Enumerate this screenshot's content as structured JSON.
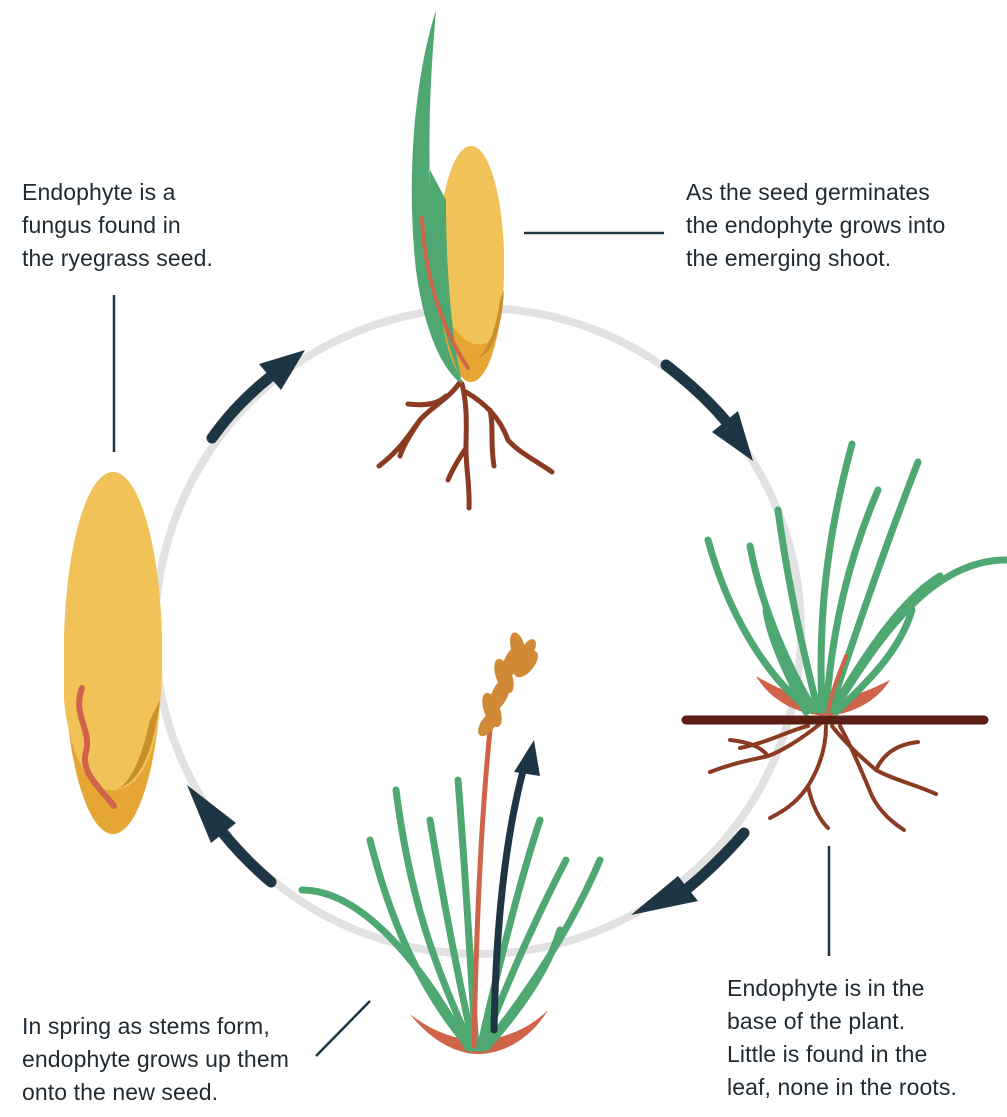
{
  "captions": {
    "seed": {
      "lines": [
        "Endophyte is a",
        "fungus found in",
        "the ryegrass seed."
      ]
    },
    "germination": {
      "lines": [
        "As the seed germinates",
        "the endophyte grows into",
        "the emerging shoot."
      ]
    },
    "plant_base": {
      "lines": [
        "Endophyte is in the",
        "base of the plant.",
        "Little is found in the",
        "leaf, none in the roots."
      ]
    },
    "spring": {
      "lines": [
        "In spring as stems form,",
        "endophyte grows up them",
        "onto the new seed."
      ]
    }
  },
  "colors": {
    "cycle_ring": "#e2e2e2",
    "arrow": "#1e3644",
    "leader_line": "#1e3644",
    "seed_main": "#f0c257",
    "seed_shade": "#e5a633",
    "seed_dark": "#c98f2c",
    "endophyte": "#d0644a",
    "leaf": "#4fa771",
    "root": "#8a3b22",
    "soil_line": "#5a1e14",
    "seed_head": "#d08a35"
  },
  "icons": {
    "cycle_arrow": "curved-arrow-icon"
  }
}
